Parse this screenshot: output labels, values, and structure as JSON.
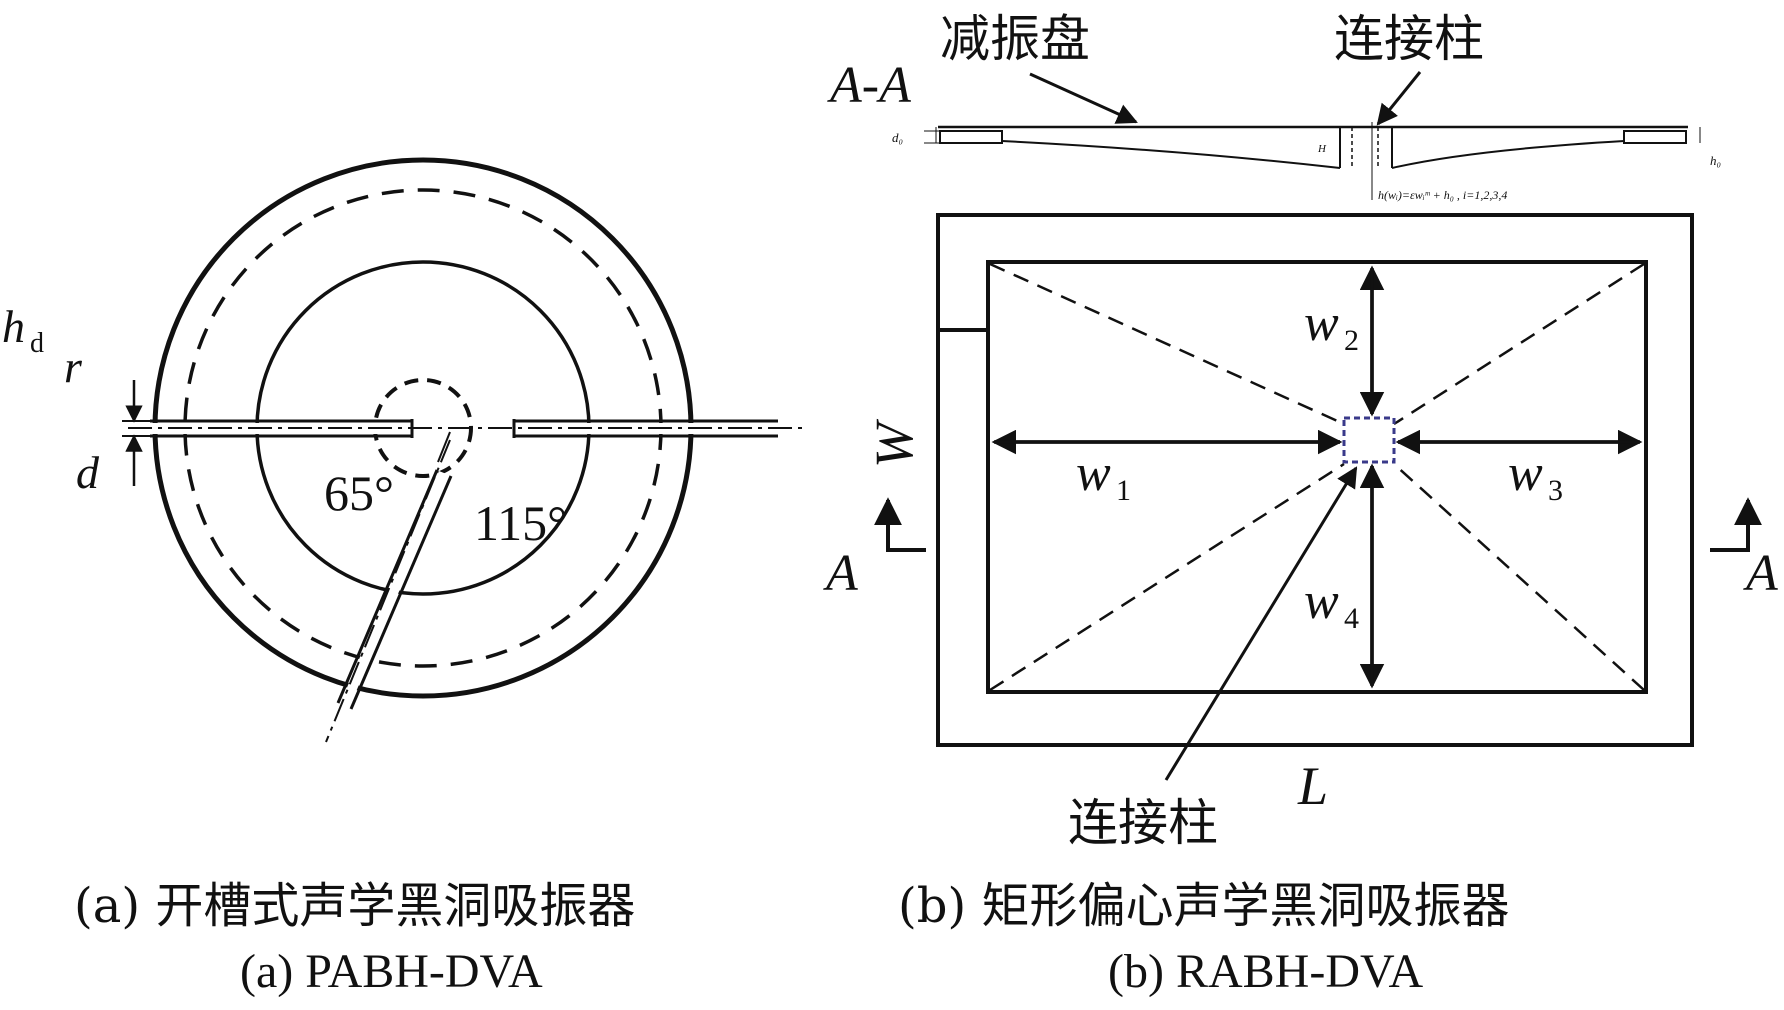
{
  "panel_a": {
    "labels": {
      "hd_main": "h",
      "hd_sub": "d",
      "r": "r",
      "d": "d",
      "angle_small": "65°",
      "angle_large": "115°"
    },
    "caption_cn": "(a)  开槽式声学黑洞吸振器",
    "caption_en": "(a)  PABH-DVA"
  },
  "panel_b": {
    "section_label": "A-A",
    "callout_disc": "减振盘",
    "callout_column_top": "连接柱",
    "callout_column_bottom": "连接柱",
    "section_small": {
      "d0": "d₀",
      "h_sym": "H",
      "h0": "h₀",
      "formula": "h(wᵢ)=εwᵢᵐ + h₀ , i=1,2,3,4"
    },
    "dims": {
      "W": "W",
      "L": "L",
      "w1_main": "w",
      "w1_sub": "1",
      "w2_main": "w",
      "w2_sub": "2",
      "w3_main": "w",
      "w3_sub": "3",
      "w4_main": "w",
      "w4_sub": "4",
      "A_left": "A",
      "A_right": "A"
    },
    "caption_cn": "(b)  矩形偏心声学黑洞吸振器",
    "caption_en": "(b) RABH-DVA"
  },
  "colors": {
    "line": "#111111",
    "column": "#3a3a8a"
  }
}
